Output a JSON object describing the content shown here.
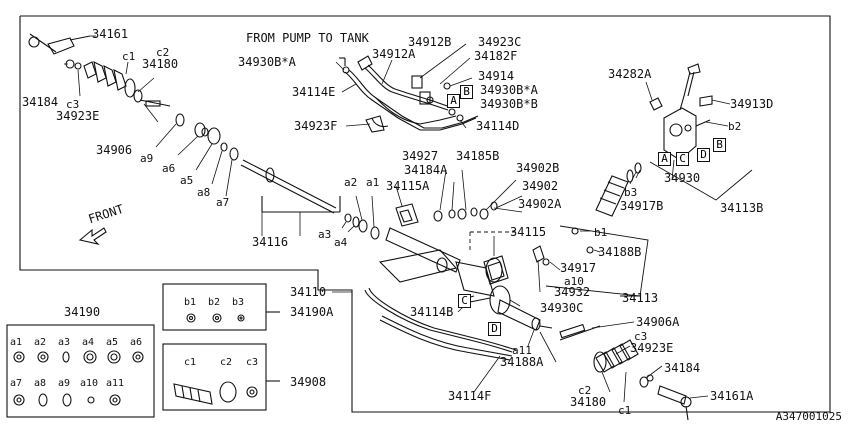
{
  "labels": {
    "p34161": "34161",
    "p34184": "34184",
    "c3a": "c3",
    "c1a": "c1",
    "c2a": "c2",
    "p34180": "34180",
    "p34923E": "34923E",
    "p34906": "34906",
    "a9": "a9",
    "a6": "a6",
    "a5": "a5",
    "a8": "a8",
    "a7": "a7",
    "p34116": "34116",
    "a3": "a3",
    "a4": "a4",
    "a2": "a2",
    "a1": "a1",
    "p34115A": "34115A",
    "from_pump": "FROM PUMP TO TANK",
    "p34912B": "34912B",
    "p34923C": "34923C",
    "p34912A": "34912A",
    "p34182F": "34182F",
    "p34930B_A_top": "34930B*A",
    "p34914": "34914",
    "p34930B_A_r": "34930B*A",
    "p34930B_B": "34930B*B",
    "p34114E": "34114E",
    "p34114D": "34114D",
    "p34923F": "34923F",
    "p34282A": "34282A",
    "p34913D": "34913D",
    "b2a": "b2",
    "p34930": "34930",
    "b3a": "b3",
    "p34917B": "34917B",
    "p34113B": "34113B",
    "p34927": "34927",
    "p34185B": "34185B",
    "p34184A": "34184A",
    "p34902B": "34902B",
    "p34902": "34902",
    "p34902A": "34902A",
    "p34115": "34115",
    "b1a": "b1",
    "p34188B": "34188B",
    "p34917": "34917",
    "a10a": "a10",
    "p34932": "34932",
    "p34113": "34113",
    "p34930C": "34930C",
    "p34110": "34110",
    "p34114B": "34114B",
    "a11a": "a11",
    "p34188A": "34188A",
    "p34114F": "34114F",
    "p34906A": "34906A",
    "c3b": "c3",
    "p34923E_b": "34923E",
    "p34184_b": "34184",
    "c2b": "c2",
    "p34180_b": "34180",
    "c1b": "c1",
    "p34161A": "34161A",
    "front": "FRONT",
    "p34190": "34190",
    "p34190A": "34190A",
    "p34908": "34908",
    "diagram_code": "A347001025"
  },
  "kit_a": [
    "a1",
    "a2",
    "a3",
    "a4",
    "a5",
    "a6",
    "a7",
    "a8",
    "a9",
    "a10",
    "a11"
  ],
  "kit_b": [
    "b1",
    "b2",
    "b3"
  ],
  "kit_c": [
    "c1",
    "c2",
    "c3"
  ],
  "refs": {
    "A": "A",
    "B": "B",
    "C": "C",
    "D": "D"
  }
}
